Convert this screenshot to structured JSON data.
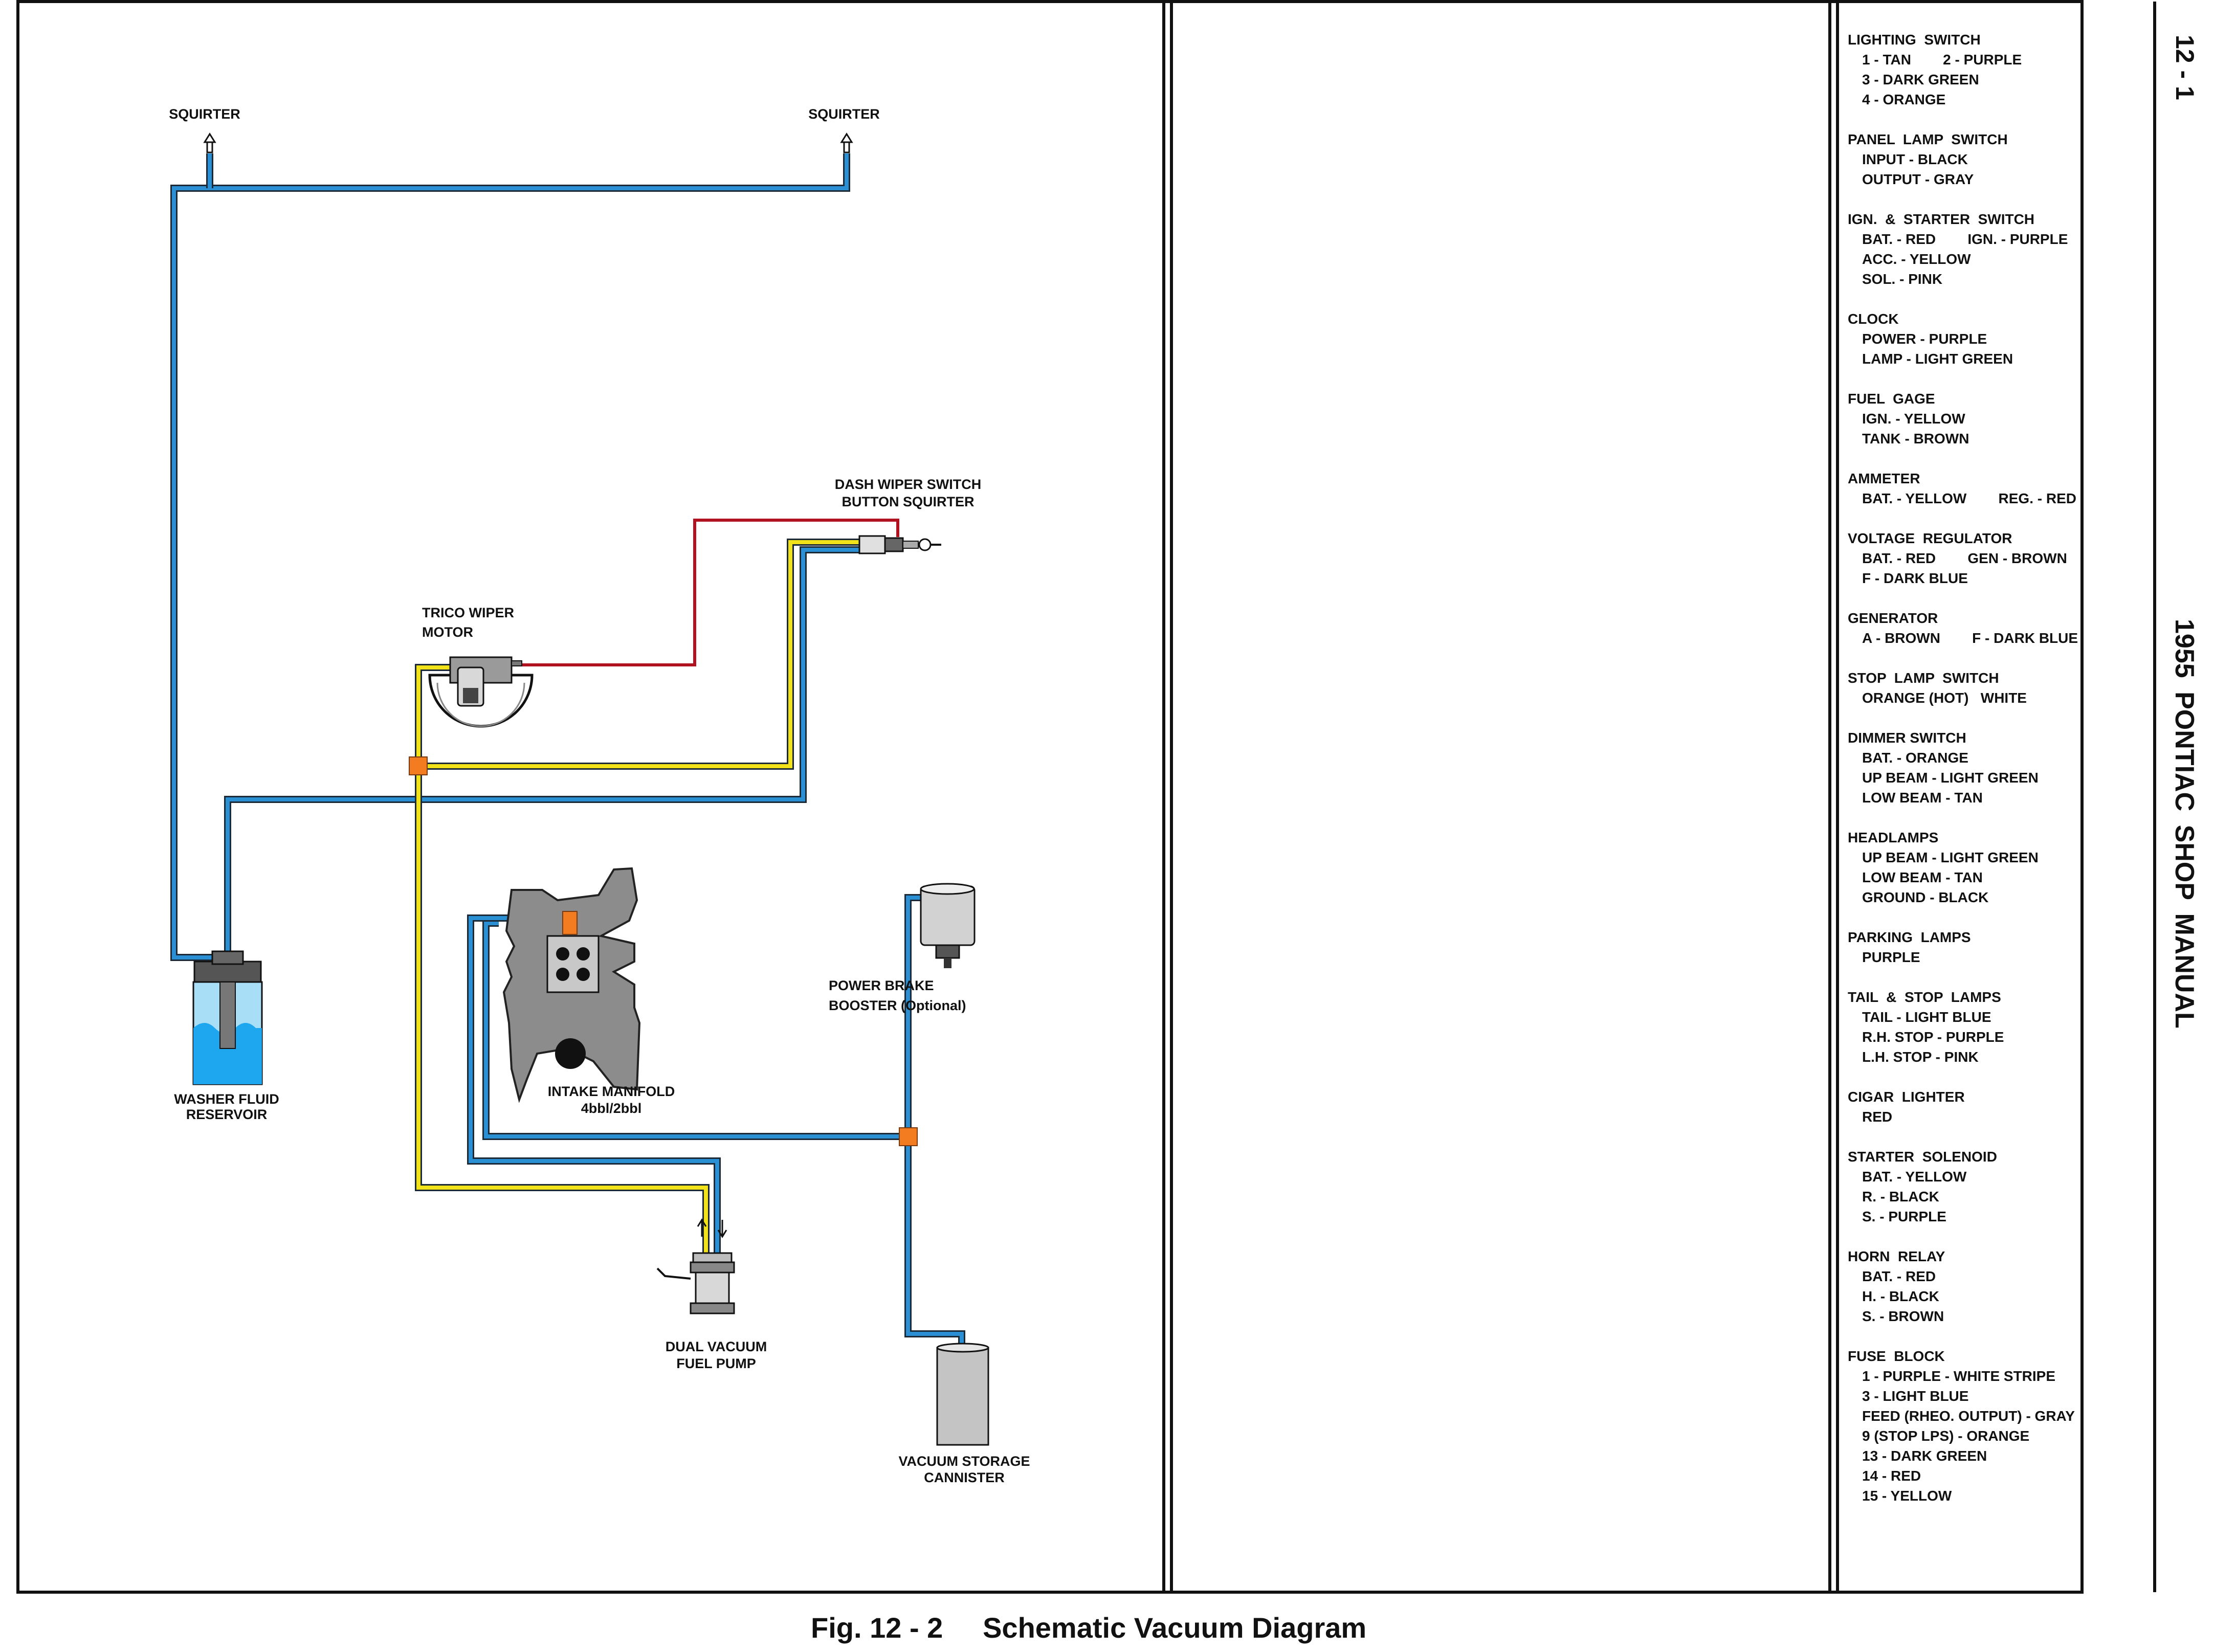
{
  "labels": {
    "squirter_left": "SQUIRTER",
    "squirter_right": "SQUIRTER",
    "dash_switch_line1": "DASH WIPER SWITCH",
    "dash_switch_line2": "BUTTON SQUIRTER",
    "wiper_motor_line1": "TRICO WIPER",
    "wiper_motor_line2": "MOTOR",
    "washer_line1": "WASHER FLUID",
    "washer_line2": "RESERVOIR",
    "manifold_line1": "INTAKE MANIFOLD",
    "manifold_line2": "4bbl/2bbl",
    "brake_line1": "POWER BRAKE",
    "brake_line2": "BOOSTER (Optional)",
    "fuel_pump_line1": "DUAL VACUUM",
    "fuel_pump_line2": "FUEL PUMP",
    "canister_line1": "VACUUM STORAGE",
    "canister_line2": "CANNISTER"
  },
  "legend": [
    {
      "title": "LIGHTING  SWITCH",
      "items": [
        "1 - TAN        2 - PURPLE",
        "3 - DARK GREEN",
        "4 - ORANGE"
      ]
    },
    {
      "title": "PANEL  LAMP  SWITCH",
      "items": [
        "INPUT - BLACK",
        "OUTPUT - GRAY"
      ]
    },
    {
      "title": "IGN.  &  STARTER  SWITCH",
      "items": [
        "BAT. - RED        IGN. - PURPLE",
        "ACC. - YELLOW",
        "SOL. - PINK"
      ]
    },
    {
      "title": "CLOCK",
      "items": [
        "POWER - PURPLE",
        "LAMP - LIGHT GREEN"
      ]
    },
    {
      "title": "FUEL  GAGE",
      "items": [
        "IGN. - YELLOW",
        "TANK - BROWN"
      ]
    },
    {
      "title": "AMMETER",
      "items": [
        "BAT. - YELLOW        REG. - RED"
      ]
    },
    {
      "title": "VOLTAGE  REGULATOR",
      "items": [
        "BAT. - RED        GEN - BROWN",
        "F - DARK BLUE"
      ]
    },
    {
      "title": "GENERATOR",
      "items": [
        "A - BROWN        F - DARK BLUE"
      ]
    },
    {
      "title": "STOP  LAMP  SWITCH",
      "items": [
        "ORANGE (HOT)   WHITE"
      ]
    },
    {
      "title": "DIMMER SWITCH",
      "items": [
        "BAT. - ORANGE",
        "UP BEAM - LIGHT GREEN",
        "LOW BEAM - TAN"
      ]
    },
    {
      "title": "HEADLAMPS",
      "items": [
        "UP BEAM - LIGHT GREEN",
        "LOW BEAM - TAN",
        "GROUND - BLACK"
      ]
    },
    {
      "title": "PARKING  LAMPS",
      "items": [
        "PURPLE"
      ]
    },
    {
      "title": "TAIL  &  STOP  LAMPS",
      "items": [
        "TAIL - LIGHT BLUE",
        "R.H. STOP - PURPLE",
        "L.H. STOP - PINK"
      ]
    },
    {
      "title": "CIGAR  LIGHTER",
      "items": [
        "RED"
      ]
    },
    {
      "title": "STARTER  SOLENOID",
      "items": [
        "BAT. - YELLOW",
        "R. - BLACK",
        "S. - PURPLE"
      ]
    },
    {
      "title": "HORN  RELAY",
      "items": [
        "BAT. - RED",
        "H. - BLACK",
        "S. - BROWN"
      ]
    },
    {
      "title": "FUSE  BLOCK",
      "items": [
        "1 - PURPLE - WHITE STRIPE",
        "3 - LIGHT BLUE",
        "FEED (RHEO. OUTPUT) - GRAY",
        "9 (STOP LPS) - ORANGE",
        "13 - DARK GREEN",
        "14 - RED",
        "15 - YELLOW"
      ]
    }
  ],
  "side_page": "12 - 1",
  "side_title": "1955  PONTIAC  SHOP  MANUAL",
  "caption": "Fig. 12 - 2     Schematic Vacuum Diagram",
  "colors": {
    "vacuum_line": "#2b8fd4",
    "fuel_line": "#f2e21a",
    "electric_line": "#b1121f",
    "junction": "#f47c20",
    "fluid": "#1ea6ee",
    "border": "#111111"
  }
}
